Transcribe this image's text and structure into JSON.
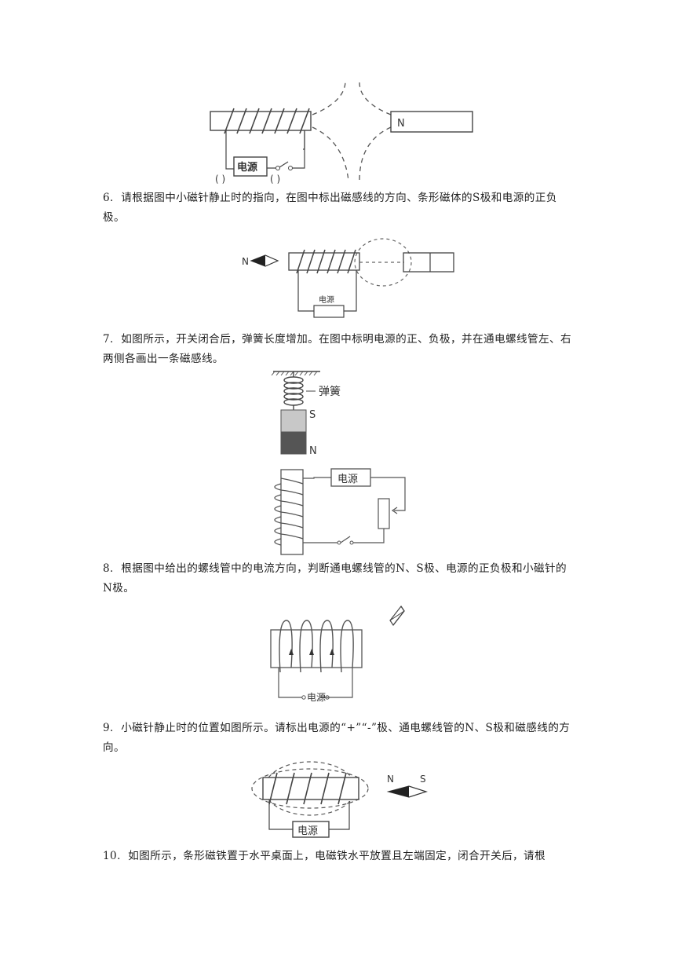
{
  "questions": [
    {
      "number": "6.",
      "text": "请根据图中小磁针静止时的指向，在图中标出磁感线的方向、条形磁体的S极和电源的正负极。"
    },
    {
      "number": "7.",
      "text": "如图所示，开关闭合后，弹簧长度增加。在图中标明电源的正、负极，并在通电螺线管左、右两侧各画出一条磁感线。"
    },
    {
      "number": "8.",
      "text": "根据图中给出的螺线管中的电流方向，判断通电螺线管的N、S极、电源的正负极和小磁针的N极。"
    },
    {
      "number": "9.",
      "text": "小磁针静止时的位置如图所示。请标出电源的“+”“-”极、通电螺线管的N、S极和磁感线的方向。"
    },
    {
      "number": "10.",
      "text": "如图所示，条形磁铁置于水平桌面上，电磁铁水平放置且左端固定，闭合开关后，请根"
    }
  ],
  "figures": {
    "fig6": {
      "power_label": "电源",
      "magnet_label": "N",
      "left_bracket": "( )",
      "right_bracket": "( )"
    },
    "fig7": {
      "needle_label": "N",
      "power_label": "电源"
    },
    "fig8": {
      "spring_label": "弹簧",
      "pole_top": "S",
      "pole_bottom": "N",
      "power_label": "电源"
    },
    "fig9": {
      "power_label": "电源"
    },
    "fig10": {
      "needle_n": "N",
      "needle_s": "S",
      "power_label": "电源"
    }
  }
}
